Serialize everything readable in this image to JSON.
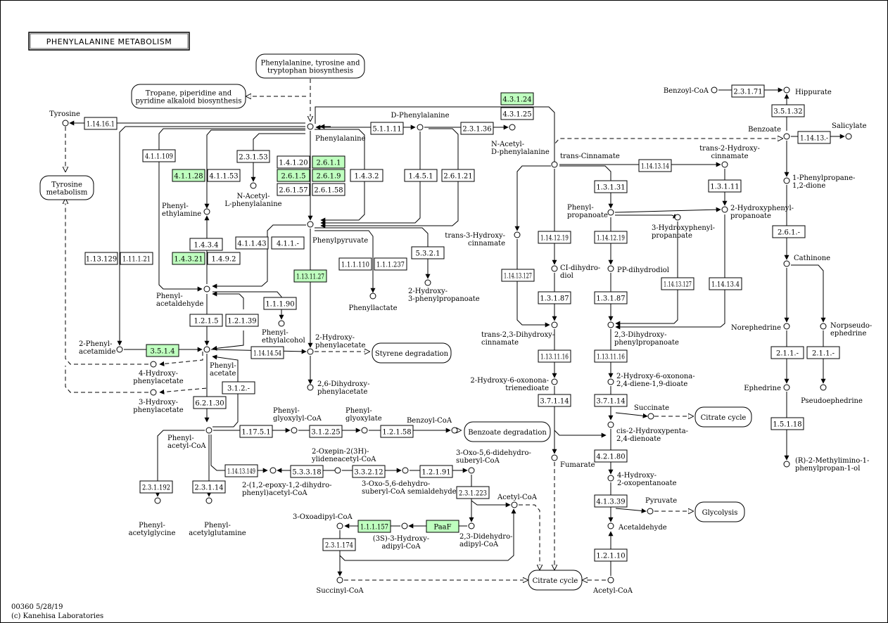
{
  "title": "PHENYLALANINE METABOLISM",
  "footer": {
    "id_line": "00360 5/28/19",
    "copyright": "(c) Kanehisa Laboratories"
  },
  "colors": {
    "highlight": "#bfffbf",
    "line": "#000000"
  },
  "maps": [
    {
      "id": "m_phe_tyr_trp",
      "lines": [
        "Phenylalanine, tyrosine and",
        "tryptophan biosynthesis"
      ]
    },
    {
      "id": "m_tropane",
      "lines": [
        "Tropane, piperidine and",
        "pyridine alkaloid biosynthesis"
      ]
    },
    {
      "id": "m_tyrosine",
      "lines": [
        "Tyrosine",
        "metabolism"
      ]
    },
    {
      "id": "m_styrene",
      "lines": [
        "Styrene degradation"
      ]
    },
    {
      "id": "m_benzoate",
      "lines": [
        "Benzoate degradation"
      ]
    },
    {
      "id": "m_citrate1",
      "lines": [
        "Citrate cycle"
      ]
    },
    {
      "id": "m_glycolysis",
      "lines": [
        "Glycolysis"
      ]
    },
    {
      "id": "m_citrate2",
      "lines": [
        "Citrate cycle"
      ]
    }
  ],
  "enzymes": [
    {
      "id": "e1",
      "label": "4.3.1.24",
      "highlight": true
    },
    {
      "id": "e2",
      "label": "4.3.1.25",
      "highlight": false
    },
    {
      "id": "e3",
      "label": "2.3.1.71",
      "highlight": false
    },
    {
      "id": "e4",
      "label": "1.14.16.1",
      "highlight": false
    },
    {
      "id": "e5",
      "label": "5.1.1.11",
      "highlight": false
    },
    {
      "id": "e6",
      "label": "2.3.1.36",
      "highlight": false
    },
    {
      "id": "e7",
      "label": "3.5.1.32",
      "highlight": false
    },
    {
      "id": "e8",
      "label": "4.1.1.109",
      "highlight": false
    },
    {
      "id": "e9",
      "label": "2.3.1.53",
      "highlight": false
    },
    {
      "id": "e10",
      "label": "1.4.1.20",
      "highlight": false
    },
    {
      "id": "e11",
      "label": "2.6.1.1",
      "highlight": true
    },
    {
      "id": "e12",
      "label": "2.6.1.5",
      "highlight": true
    },
    {
      "id": "e13",
      "label": "2.6.1.9",
      "highlight": true
    },
    {
      "id": "e14",
      "label": "2.6.1.57",
      "highlight": false
    },
    {
      "id": "e15",
      "label": "2.6.1.58",
      "highlight": false
    },
    {
      "id": "e16",
      "label": "4.1.1.28",
      "highlight": true
    },
    {
      "id": "e17",
      "label": "4.1.1.53",
      "highlight": false
    },
    {
      "id": "e18",
      "label": "1.4.3.2",
      "highlight": false
    },
    {
      "id": "e19",
      "label": "1.4.5.1",
      "highlight": false
    },
    {
      "id": "e20",
      "label": "2.6.1.21",
      "highlight": false
    },
    {
      "id": "e21",
      "label": "1.14.13.-",
      "highlight": false
    },
    {
      "id": "e22",
      "label": "1.14.13.14",
      "highlight": false
    },
    {
      "id": "e23",
      "label": "1.3.1.31",
      "highlight": false
    },
    {
      "id": "e24",
      "label": "1.3.1.11",
      "highlight": false
    },
    {
      "id": "e25",
      "label": "2.6.1.-",
      "highlight": false
    },
    {
      "id": "e26",
      "label": "1.4.3.4",
      "highlight": false
    },
    {
      "id": "e27",
      "label": "1.4.3.21",
      "highlight": true
    },
    {
      "id": "e28",
      "label": "1.4.9.2",
      "highlight": false
    },
    {
      "id": "e29",
      "label": "4.1.1.43",
      "highlight": false
    },
    {
      "id": "e30",
      "label": "4.1.1.-",
      "highlight": false
    },
    {
      "id": "e31",
      "label": "5.3.2.1",
      "highlight": false
    },
    {
      "id": "e32",
      "label": "1.14.12.19",
      "highlight": false
    },
    {
      "id": "e33",
      "label": "1.14.12.19",
      "highlight": false
    },
    {
      "id": "e34",
      "label": "1.13.129",
      "highlight": false
    },
    {
      "id": "e35",
      "label": "1.11.1.21",
      "highlight": false
    },
    {
      "id": "e36",
      "label": "1.13.11.27",
      "highlight": true
    },
    {
      "id": "e37",
      "label": "1.1.1.110",
      "highlight": false
    },
    {
      "id": "e38",
      "label": "1.1.1.237",
      "highlight": false
    },
    {
      "id": "e39",
      "label": "1.14.13.127",
      "highlight": false
    },
    {
      "id": "e40",
      "label": "1.14.13.127",
      "highlight": false
    },
    {
      "id": "e41",
      "label": "1.14.13.4",
      "highlight": false
    },
    {
      "id": "e42",
      "label": "1.1.1.90",
      "highlight": false
    },
    {
      "id": "e43",
      "label": "1.3.1.87",
      "highlight": false
    },
    {
      "id": "e44",
      "label": "1.3.1.87",
      "highlight": false
    },
    {
      "id": "e45",
      "label": "1.2.1.5",
      "highlight": false
    },
    {
      "id": "e46",
      "label": "1.2.1.39",
      "highlight": false
    },
    {
      "id": "e47",
      "label": "3.5.1.4",
      "highlight": true
    },
    {
      "id": "e48",
      "label": "1.14.14.54",
      "highlight": false
    },
    {
      "id": "e49",
      "label": "1.13.11.16",
      "highlight": false
    },
    {
      "id": "e50",
      "label": "1.13.11.16",
      "highlight": false
    },
    {
      "id": "e51",
      "label": "2.1.1.-",
      "highlight": false
    },
    {
      "id": "e52",
      "label": "2.1.1.-",
      "highlight": false
    },
    {
      "id": "e53",
      "label": "3.1.2.-",
      "highlight": false
    },
    {
      "id": "e54",
      "label": "6.2.1.30",
      "highlight": false
    },
    {
      "id": "e55",
      "label": "3.7.1.14",
      "highlight": false
    },
    {
      "id": "e56",
      "label": "3.7.1.14",
      "highlight": false
    },
    {
      "id": "e57",
      "label": "1.17.5.1",
      "highlight": false
    },
    {
      "id": "e58",
      "label": "3.1.2.25",
      "highlight": false
    },
    {
      "id": "e59",
      "label": "1.2.1.58",
      "highlight": false
    },
    {
      "id": "e60",
      "label": "1.5.1.18",
      "highlight": false
    },
    {
      "id": "e61",
      "label": "4.2.1.80",
      "highlight": false
    },
    {
      "id": "e62",
      "label": "1.14.13.149",
      "highlight": false
    },
    {
      "id": "e63",
      "label": "5.3.3.18",
      "highlight": false
    },
    {
      "id": "e64",
      "label": "3.3.2.12",
      "highlight": false
    },
    {
      "id": "e65",
      "label": "1.2.1.91",
      "highlight": false
    },
    {
      "id": "e66",
      "label": "2.3.1.192",
      "highlight": false
    },
    {
      "id": "e67",
      "label": "2.3.1.14",
      "highlight": false
    },
    {
      "id": "e68",
      "label": "2.3.1.223",
      "highlight": false
    },
    {
      "id": "e69",
      "label": "4.1.3.39",
      "highlight": false
    },
    {
      "id": "e70",
      "label": "1.1.1.157",
      "highlight": true
    },
    {
      "id": "e71",
      "label": "PaaF",
      "highlight": true
    },
    {
      "id": "e72",
      "label": "2.3.1.174",
      "highlight": false
    },
    {
      "id": "e73",
      "label": "1.2.1.10",
      "highlight": false
    }
  ],
  "compounds": [
    {
      "id": "c_benzoylcoa_top",
      "lines": [
        "Benzoyl-CoA"
      ]
    },
    {
      "id": "c_hippurate",
      "lines": [
        "Hippurate"
      ]
    },
    {
      "id": "c_tyrosine",
      "lines": [
        "Tyrosine"
      ]
    },
    {
      "id": "c_dphe",
      "lines": [
        "D-Phenylalanine"
      ]
    },
    {
      "id": "c_phe",
      "lines": [
        "Phenylalanine"
      ]
    },
    {
      "id": "c_nacdphe",
      "lines": [
        "N-Acetyl-",
        "D-phenylalanine"
      ]
    },
    {
      "id": "c_benzoate",
      "lines": [
        "Benzoate"
      ]
    },
    {
      "id": "c_salicylate",
      "lines": [
        "Salicylate"
      ]
    },
    {
      "id": "c_cinnamate",
      "lines": [
        "trans-Cinnamate"
      ]
    },
    {
      "id": "c_2ohcinn",
      "lines": [
        "trans-2-Hydroxy-",
        "cinnamate"
      ]
    },
    {
      "id": "c_nacphe",
      "lines": [
        "N-Acetyl-",
        "L-phenylalanine"
      ]
    },
    {
      "id": "c_phenprodione",
      "lines": [
        "1-Phenylpropane-",
        "1,2-dione"
      ]
    },
    {
      "id": "c_pea",
      "lines": [
        "Phenyl-",
        "ethylamine"
      ]
    },
    {
      "id": "c_phenylprop",
      "lines": [
        "Phenyl-",
        "propanoate"
      ]
    },
    {
      "id": "c_3ohphprop",
      "lines": [
        "3-Hydroxyphenyl-",
        "propanoate"
      ]
    },
    {
      "id": "c_2ohphprop",
      "lines": [
        "2-Hydroxyphenyl-",
        "propanoate"
      ]
    },
    {
      "id": "c_phpyr",
      "lines": [
        "Phenylpyruvate"
      ]
    },
    {
      "id": "c_3ohcinn",
      "lines": [
        "trans-3-Hydroxy-",
        "cinnamate"
      ]
    },
    {
      "id": "c_cathinone",
      "lines": [
        "Cathinone"
      ]
    },
    {
      "id": "c_cidiol",
      "lines": [
        "CI-dihydro-",
        "diol"
      ]
    },
    {
      "id": "c_ppdiol",
      "lines": [
        "PP-dihydrodiol"
      ]
    },
    {
      "id": "c_phlactate",
      "lines": [
        "Phenyllactate"
      ]
    },
    {
      "id": "c_2ohphprop2",
      "lines": [
        "2-Hydroxy-",
        "3-phenylpropanoate"
      ]
    },
    {
      "id": "c_phacetald",
      "lines": [
        "Phenyl-",
        "acetaldehyde"
      ]
    },
    {
      "id": "c_23diohcinn",
      "lines": [
        "trans-2,3-Dihydroxy-",
        "cinnamate"
      ]
    },
    {
      "id": "c_23diohphprop",
      "lines": [
        "2,3-Dihydroxy-",
        "phenylpropanoate"
      ]
    },
    {
      "id": "c_phethanol",
      "lines": [
        "Phenyl-",
        "ethylalcohol"
      ]
    },
    {
      "id": "c_norephedrine",
      "lines": [
        "Norephedrine"
      ]
    },
    {
      "id": "c_norpseudo",
      "lines": [
        "Norpseudo-",
        "ephedrine"
      ]
    },
    {
      "id": "c_2phacetamide",
      "lines": [
        "2-Phenyl-",
        "acetamide"
      ]
    },
    {
      "id": "c_2ohphacetate",
      "lines": [
        "2-Hydroxy-",
        "phenylacetate"
      ]
    },
    {
      "id": "c_phacetate",
      "lines": [
        "Phenyl-",
        "acetate"
      ]
    },
    {
      "id": "c_4ohphacetate",
      "lines": [
        "4-Hydroxy-",
        "phenylacetate"
      ]
    },
    {
      "id": "c_26diohphacetate",
      "lines": [
        "2,6-Dihydroxy-",
        "phenylacetate"
      ]
    },
    {
      "id": "c_2oh6oxo_trien",
      "lines": [
        "2-Hydroxy-6-oxonona-",
        "trienedioate"
      ]
    },
    {
      "id": "c_2oh6oxo_dien",
      "lines": [
        "2-Hydroxy-6-oxonona-",
        "2,4-diene-1,9-dioate"
      ]
    },
    {
      "id": "c_ephedrine",
      "lines": [
        "Ephedrine"
      ]
    },
    {
      "id": "c_pseudoephedrine",
      "lines": [
        "Pseudoephedrine"
      ]
    },
    {
      "id": "c_3ohphacetate",
      "lines": [
        "3-Hydroxy-",
        "phenylacetate"
      ]
    },
    {
      "id": "c_succinate",
      "lines": [
        "Succinate"
      ]
    },
    {
      "id": "c_phglyoxylylcoa",
      "lines": [
        "Phenyl-",
        "glyoxylyl-CoA"
      ]
    },
    {
      "id": "c_phglyoxylate",
      "lines": [
        "Phenyl-",
        "glyoxylate"
      ]
    },
    {
      "id": "c_benzoylcoa_mid",
      "lines": [
        "Benzoyl-CoA"
      ]
    },
    {
      "id": "c_phacetylcoa",
      "lines": [
        "Phenyl-",
        "acetyl-CoA"
      ]
    },
    {
      "id": "c_cis2ohpenta",
      "lines": [
        "cis-2-Hydroxypenta-",
        "2,4-dienoate"
      ]
    },
    {
      "id": "c_oxepin",
      "lines": [
        "2-Oxepin-2(3H)-",
        "ylideneacetyl-CoA"
      ]
    },
    {
      "id": "c_3oxo56",
      "lines": [
        "3-Oxo-5,6-didehydro-",
        "suberyl-CoA"
      ]
    },
    {
      "id": "c_fumarate",
      "lines": [
        "Fumarate"
      ]
    },
    {
      "id": "c_epoxy",
      "lines": [
        "2-(1,2-epoxy-1,2-dihydro-",
        "phenyl)acetyl-CoA"
      ]
    },
    {
      "id": "c_3oxo56semi",
      "lines": [
        "3-Oxo-5,6-dehydro-",
        "suberyl-CoA semialdehyde"
      ]
    },
    {
      "id": "c_rmethylimino",
      "lines": [
        "(R)-2-Methylimino-1-",
        "phenylpropan-1-ol"
      ]
    },
    {
      "id": "c_4oh2oxo",
      "lines": [
        "4-Hydroxy-",
        "2-oxopentanoate"
      ]
    },
    {
      "id": "c_acetylcoa_mid",
      "lines": [
        "Acetyl-CoA"
      ]
    },
    {
      "id": "c_pyruvate",
      "lines": [
        "Pyruvate"
      ]
    },
    {
      "id": "c_phacetylglycine",
      "lines": [
        "Phenyl-",
        "acetylglycine"
      ]
    },
    {
      "id": "c_phacetylglutamine",
      "lines": [
        "Phenyl-",
        "acetylglutamine"
      ]
    },
    {
      "id": "c_3oxoadipylcoa",
      "lines": [
        "3-Oxoadipyl-CoA"
      ]
    },
    {
      "id": "c_acetaldehyde",
      "lines": [
        "Acetaldehyde"
      ]
    },
    {
      "id": "c_3s3ohadipylcoa",
      "lines": [
        "(3S)-3-Hydroxy-",
        "adipyl-CoA"
      ]
    },
    {
      "id": "c_23didehydroadipylcoa",
      "lines": [
        "2,3-Didehydro-",
        "adipyl-CoA"
      ]
    },
    {
      "id": "c_succinylcoa",
      "lines": [
        "Succinyl-CoA"
      ]
    },
    {
      "id": "c_acetylcoa_bot",
      "lines": [
        "Acetyl-CoA"
      ]
    }
  ]
}
